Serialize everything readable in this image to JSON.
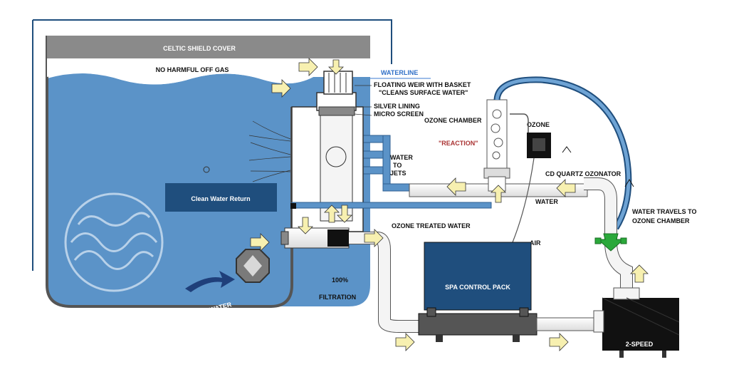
{
  "labels": {
    "cover": "CELTIC SHIELD COVER",
    "off_gas": "NO HARMFUL OFF GAS",
    "waterline": "WATERLINE",
    "weir_line1": "FLOATING WEIR WITH BASKET",
    "weir_line2": "\"CLEANS SURFACE WATER\"",
    "silver_lining": "SILVER LINING",
    "micro_screen": "MICRO SCREEN",
    "ozone_chamber": "OZONE CHAMBER",
    "ozone": "OZONE",
    "reaction": "\"REACTION\"",
    "water_to_jets_1": "WATER",
    "water_to_jets_2": "TO",
    "water_to_jets_3": "JETS",
    "clean_water_return": "Clean Water Return",
    "cd_quartz_ozonator": "CD QUARTZ OZONATOR",
    "water": "WATER",
    "water_travels_1": "WATER TRAVELS TO",
    "water_travels_2": "OZONE CHAMBER",
    "ozone_treated_water": "OZONE TREATED WATER",
    "air": "AIR",
    "filtration_pct": "100%",
    "filtration": "FILTRATION",
    "spa_control_pack": "SPA CONTROL PACK",
    "two_speed": "2-SPEED",
    "water_intake": "WATER"
  },
  "colors": {
    "water": "#5b93c8",
    "water_light": "#8fb6dd",
    "cover": "#8a8a8a",
    "dark_blue": "#1f4e7d",
    "arrow_fill": "#f7f0b0",
    "pump": "#111111",
    "pipe": "#f2f2f2",
    "check_valve": "#2aa83a"
  }
}
